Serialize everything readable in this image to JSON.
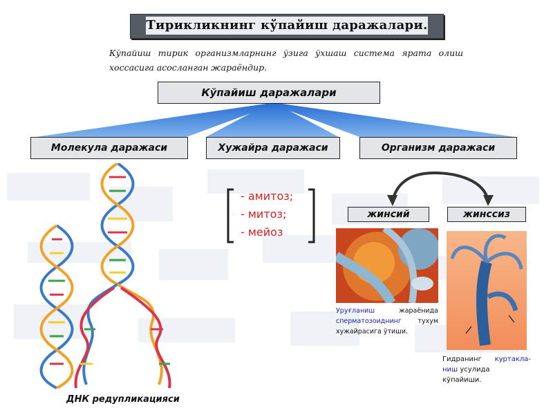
{
  "title": "Тирикликнинг кўпайиш даражалари.",
  "intro": "Кўпайиш тирик организмларнинг ўзига ўхшаш система ярата олиш хоссасига асосланган жараёндир.",
  "main_level": "Кўпайиш даражалари",
  "levels": [
    "Молекула даражаси",
    "Хужайра даражаси",
    "Организм даражаси"
  ],
  "cell_methods": [
    "- амитоз;",
    "- митоз;",
    "- мейоз"
  ],
  "organism_types": [
    "жинсий",
    "жинссиз"
  ],
  "sexual_caption": {
    "part1": "Уруғланиш",
    "part2": "жараёнида",
    "part3": "сперматозоиднинг",
    "part4": "тухум",
    "part5": "хужайрасига ўтиши."
  },
  "asexual_caption": {
    "part1": "Гидранинг",
    "part2": "куртакла-",
    "part3": "ниш",
    "part4": "усулида кўпайиши."
  },
  "dna_caption": "ДНК редупликацияси",
  "colors": {
    "arrow_blue": "#1e6fd6",
    "method_red": "#d42020",
    "caption_blue": "#1a1ab8"
  }
}
